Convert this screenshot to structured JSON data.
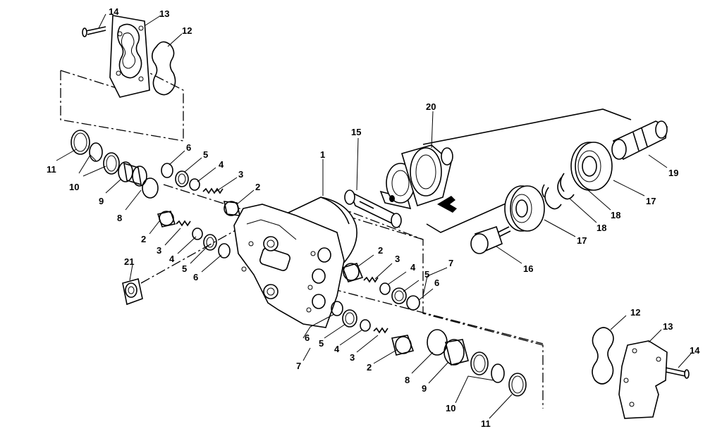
{
  "colors": {
    "line": "#000000",
    "background": "#ffffff"
  },
  "labels": [
    {
      "id": "l14a",
      "text": "14"
    },
    {
      "id": "l13a",
      "text": "13"
    },
    {
      "id": "l12a",
      "text": "12"
    },
    {
      "id": "l11a",
      "text": "11"
    },
    {
      "id": "l10a",
      "text": "10"
    },
    {
      "id": "l9a",
      "text": "9"
    },
    {
      "id": "l8a",
      "text": "8"
    },
    {
      "id": "l6a",
      "text": "6"
    },
    {
      "id": "l5a",
      "text": "5"
    },
    {
      "id": "l4a",
      "text": "4"
    },
    {
      "id": "l3a",
      "text": "3"
    },
    {
      "id": "l2a",
      "text": "2"
    },
    {
      "id": "l2b",
      "text": "2"
    },
    {
      "id": "l3b",
      "text": "3"
    },
    {
      "id": "l4b",
      "text": "4"
    },
    {
      "id": "l5b",
      "text": "5"
    },
    {
      "id": "l6b",
      "text": "6"
    },
    {
      "id": "l21",
      "text": "21"
    },
    {
      "id": "l1",
      "text": "1"
    },
    {
      "id": "l15",
      "text": "15"
    },
    {
      "id": "l20",
      "text": "20"
    },
    {
      "id": "l19",
      "text": "19"
    },
    {
      "id": "l17a",
      "text": "17"
    },
    {
      "id": "l18a",
      "text": "18"
    },
    {
      "id": "l18b",
      "text": "18"
    },
    {
      "id": "l17b",
      "text": "17"
    },
    {
      "id": "l16",
      "text": "16"
    },
    {
      "id": "l2c",
      "text": "2"
    },
    {
      "id": "l3c",
      "text": "3"
    },
    {
      "id": "l4c",
      "text": "4"
    },
    {
      "id": "l5c",
      "text": "5"
    },
    {
      "id": "l7a",
      "text": "7"
    },
    {
      "id": "l6c",
      "text": "6"
    },
    {
      "id": "l6d",
      "text": "6"
    },
    {
      "id": "l5d",
      "text": "5"
    },
    {
      "id": "l4d",
      "text": "4"
    },
    {
      "id": "l3d",
      "text": "3"
    },
    {
      "id": "l2d",
      "text": "2"
    },
    {
      "id": "l7b",
      "text": "7"
    },
    {
      "id": "l8b",
      "text": "8"
    },
    {
      "id": "l9b",
      "text": "9"
    },
    {
      "id": "l10b",
      "text": "10"
    },
    {
      "id": "l11b",
      "text": "11"
    },
    {
      "id": "l12b",
      "text": "12"
    },
    {
      "id": "l13b",
      "text": "13"
    },
    {
      "id": "l14b",
      "text": "14"
    }
  ]
}
